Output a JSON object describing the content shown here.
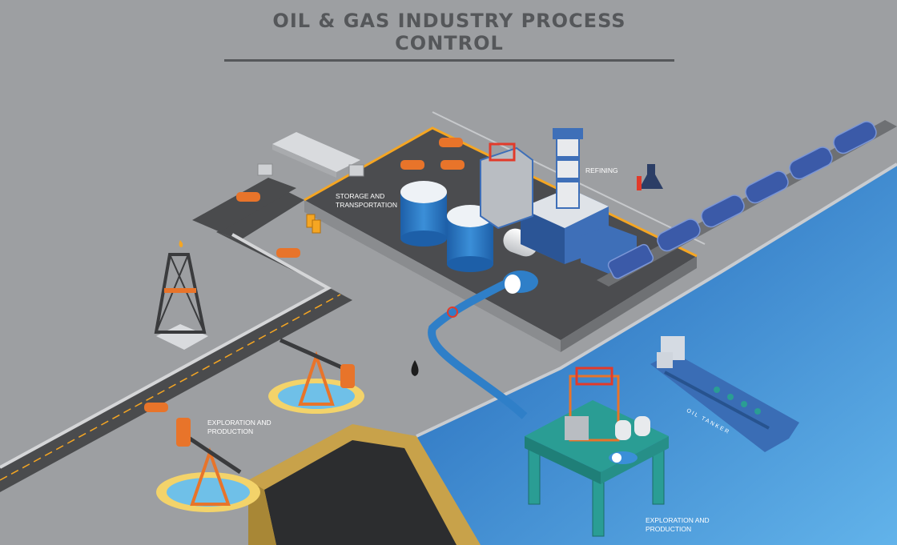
{
  "title": "OIL & GAS INDUSTRY PROCESS CONTROL",
  "labels": {
    "storage": [
      "STORAGE AND",
      "TRANSPORTATION"
    ],
    "refining": [
      "REFINING"
    ],
    "exploration_land": [
      "EXPLORATION AND",
      "PRODUCTION"
    ],
    "exploration_sea": [
      "EXPLORATION AND",
      "PRODUCTION"
    ],
    "tanker_name": "OIL TANKER"
  },
  "colors": {
    "background": "#9d9fa2",
    "road": "#4a4b4d",
    "road_line": "#f5a623",
    "sea_light": "#5aa8e0",
    "sea_dark": "#1f63b5",
    "tank_blue": "#2f7fc8",
    "structure_orange": "#e8742a",
    "platform_teal": "#2a9d94",
    "tanker_blue": "#3a6db5",
    "train_blue": "#3b5aa8"
  }
}
